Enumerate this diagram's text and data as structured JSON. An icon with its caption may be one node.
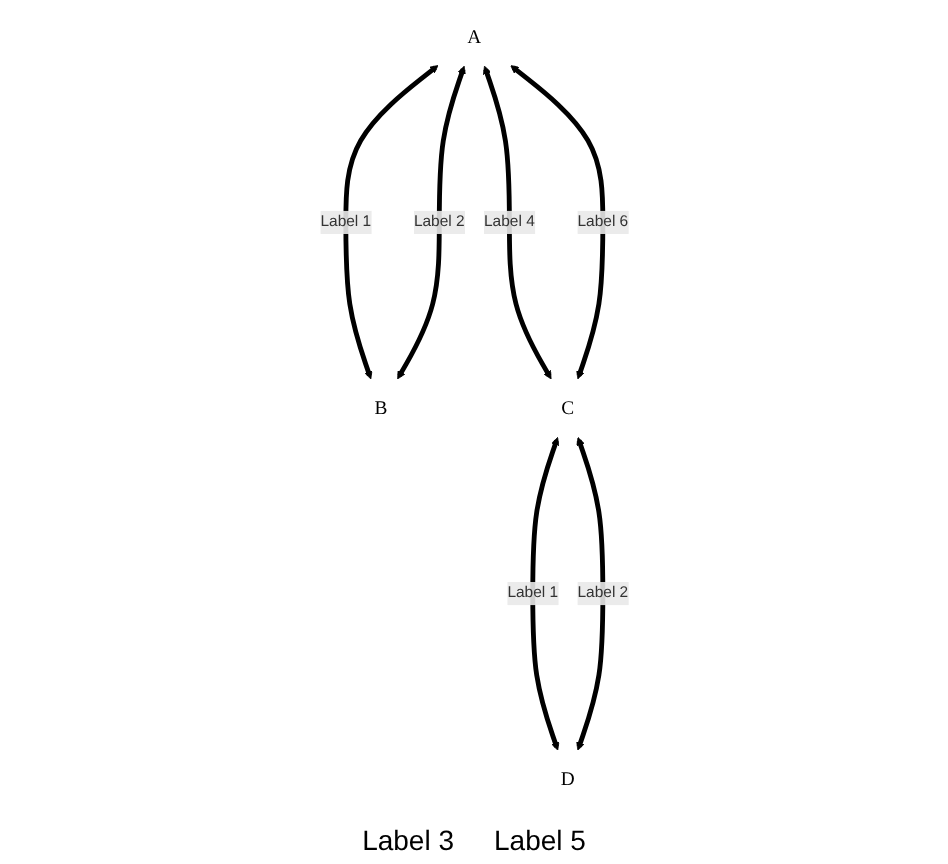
{
  "diagram": {
    "nodes": [
      {
        "text": [
          "B"
        ]
      },
      {
        "text": [
          "D"
        ]
      },
      {
        "text": [
          "A"
        ]
      },
      {
        "text": [
          "C"
        ]
      }
    ],
    "edges": [
      {
        "from": 2,
        "to": 0,
        "arrow": "both",
        "label": "Label 1"
      },
      {
        "from": 2,
        "to": 0,
        "arrow": "both",
        "label": "Label 2"
      },
      {
        "from": 3,
        "to": 1,
        "arrow": "both",
        "label": "Label 1"
      },
      {
        "from": 3,
        "to": 1,
        "arrow": "both",
        "label": "Label 2"
      },
      {
        "from": 2,
        "to": 3,
        "arrow": "both",
        "label": "Label 4"
      },
      {
        "from": 2,
        "to": 3,
        "arrow": "both",
        "label": "Label 6"
      }
    ],
    "labels": [
      "Label 3",
      "Label 5"
    ]
  }
}
